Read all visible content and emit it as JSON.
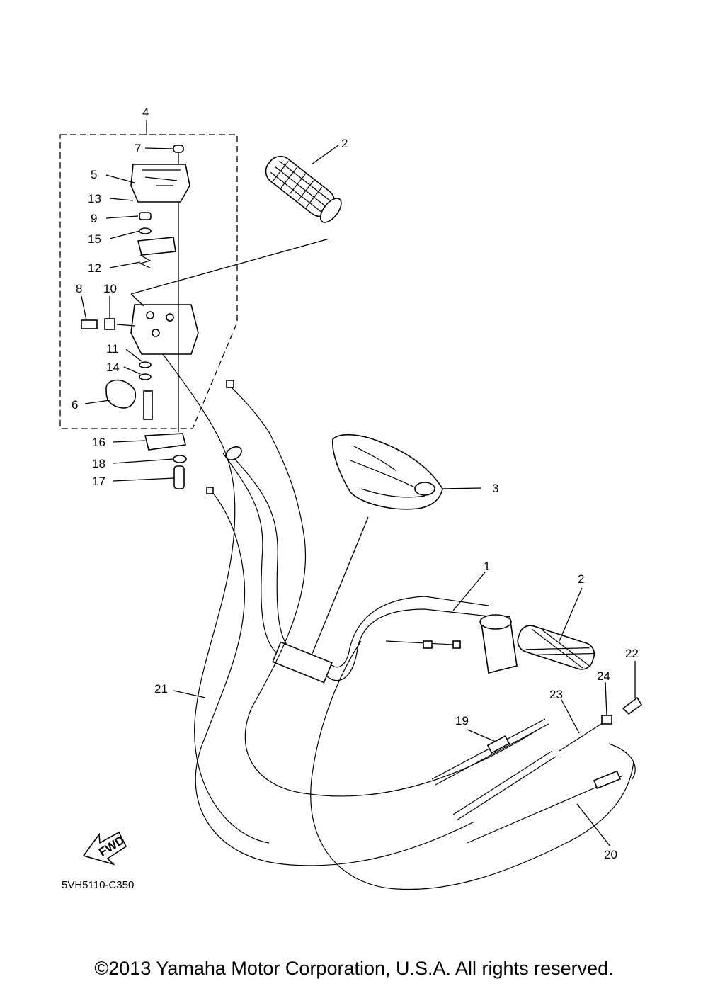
{
  "diagram": {
    "callouts": {
      "c1": "1",
      "c2a": "2",
      "c2b": "2",
      "c3": "3",
      "c4": "4",
      "c5": "5",
      "c6": "6",
      "c7": "7",
      "c8": "8",
      "c9": "9",
      "c10": "10",
      "c11": "11",
      "c12": "12",
      "c13": "13",
      "c14": "14",
      "c15": "15",
      "c16": "16",
      "c17": "17",
      "c18": "18",
      "c19": "19",
      "c20": "20",
      "c21": "21",
      "c22": "22",
      "c23": "23",
      "c24": "24"
    },
    "fwd_arrow_text": "FWD",
    "diagram_code": "5VH5110-C350"
  },
  "footer": {
    "copyright": "©2013 Yamaha Motor Corporation, U.S.A. All rights reserved."
  }
}
